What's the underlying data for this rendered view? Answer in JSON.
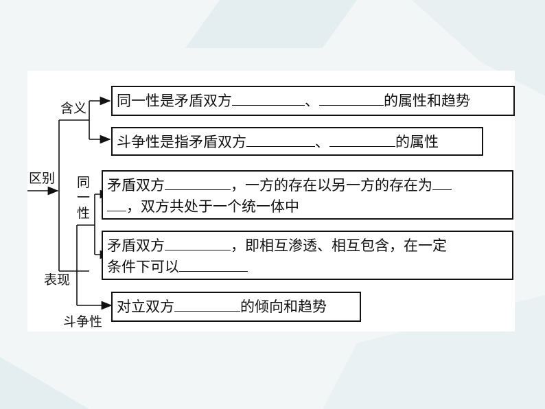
{
  "labels": {
    "root": "区别",
    "meaning": "含义",
    "expression": "表现",
    "identity_1": "同",
    "identity_2": "一",
    "identity_3": "性",
    "struggle": "斗争性"
  },
  "boxes": {
    "b1": {
      "t1": "同一性是矛盾双方",
      "sep": "、",
      "t2": "的属性和趋势"
    },
    "b2": {
      "t1": "斗争性是指矛盾双方",
      "sep": "、",
      "t2": "的属性"
    },
    "b3": {
      "t1": "矛盾双方",
      "t2": "，一方的存在以另一方的存在为",
      "t3": "，双方共处于一个统一体中"
    },
    "b4": {
      "t1": "矛盾双方",
      "t2": "，即相互渗透、相互包含，在一定",
      "t3": "条件下可以"
    },
    "b5": {
      "t1": "对立双方",
      "t2": "的倾向和趋势"
    }
  },
  "colors": {
    "background": "#f3f6f7",
    "decor": "#e1ecee",
    "ink": "#111111"
  }
}
